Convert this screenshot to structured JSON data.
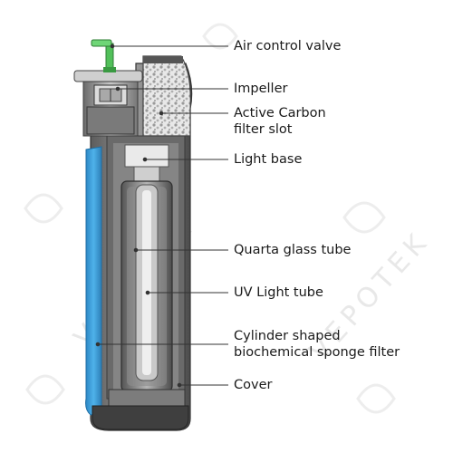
{
  "watermark": {
    "brand": "VEPOTEK"
  },
  "colors": {
    "body_dark": "#4a4a4a",
    "body_mid": "#8a8a8a",
    "body_light": "#d2d2d2",
    "blue_panel": "#3aa0dc",
    "valve_green": "#52c05a",
    "leader_line": "#333333"
  },
  "callouts": [
    {
      "id": "air-control-valve",
      "lines": [
        "Air control valve"
      ]
    },
    {
      "id": "impeller",
      "lines": [
        "Impeller"
      ]
    },
    {
      "id": "active-carbon-filter-slot",
      "lines": [
        "Active Carbon",
        "filter slot"
      ]
    },
    {
      "id": "light-base",
      "lines": [
        "Light base"
      ]
    },
    {
      "id": "quarta-glass-tube",
      "lines": [
        "Quarta glass tube"
      ]
    },
    {
      "id": "uv-light-tube",
      "lines": [
        "UV Light tube"
      ]
    },
    {
      "id": "sponge-filter",
      "lines": [
        "Cylinder shaped",
        "biochemical sponge filter"
      ]
    },
    {
      "id": "cover",
      "lines": [
        "Cover"
      ]
    }
  ]
}
